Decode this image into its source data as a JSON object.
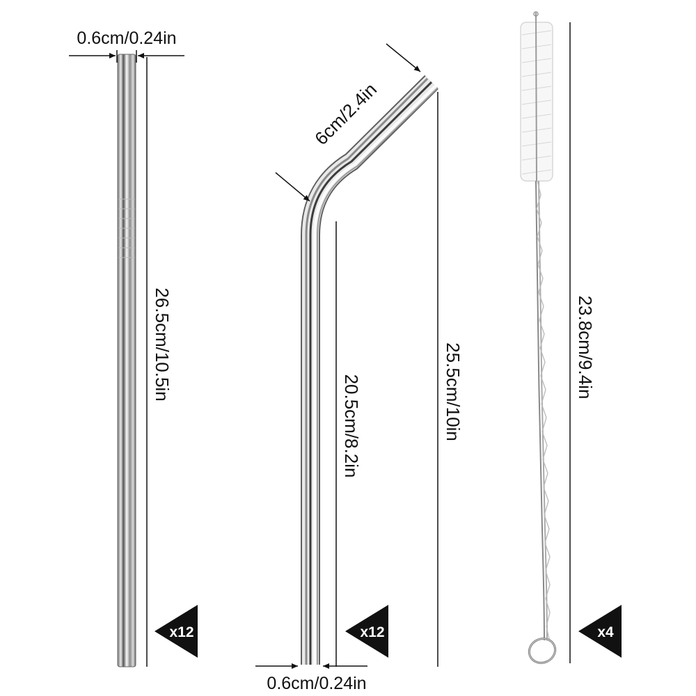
{
  "colors": {
    "background": "#ffffff",
    "line": "#111111",
    "steel_dark": "#6f6f6f",
    "steel_light": "#f4f4f4",
    "bristle": "#f6f6f6"
  },
  "items": {
    "straight_straw": {
      "diameter_label": "0.6cm/0.24in",
      "length_label": "26.5cm/10.5in",
      "quantity_label": "x12"
    },
    "bent_straw": {
      "bend_label": "6cm/2.4in",
      "lower_length_label": "20.5cm/8.2in",
      "total_length_label": "25.5cm/10in",
      "diameter_label": "0.6cm/0.24in",
      "quantity_label": "x12"
    },
    "cleaning_brush": {
      "length_label": "23.8cm/9.4in",
      "quantity_label": "x4"
    }
  }
}
